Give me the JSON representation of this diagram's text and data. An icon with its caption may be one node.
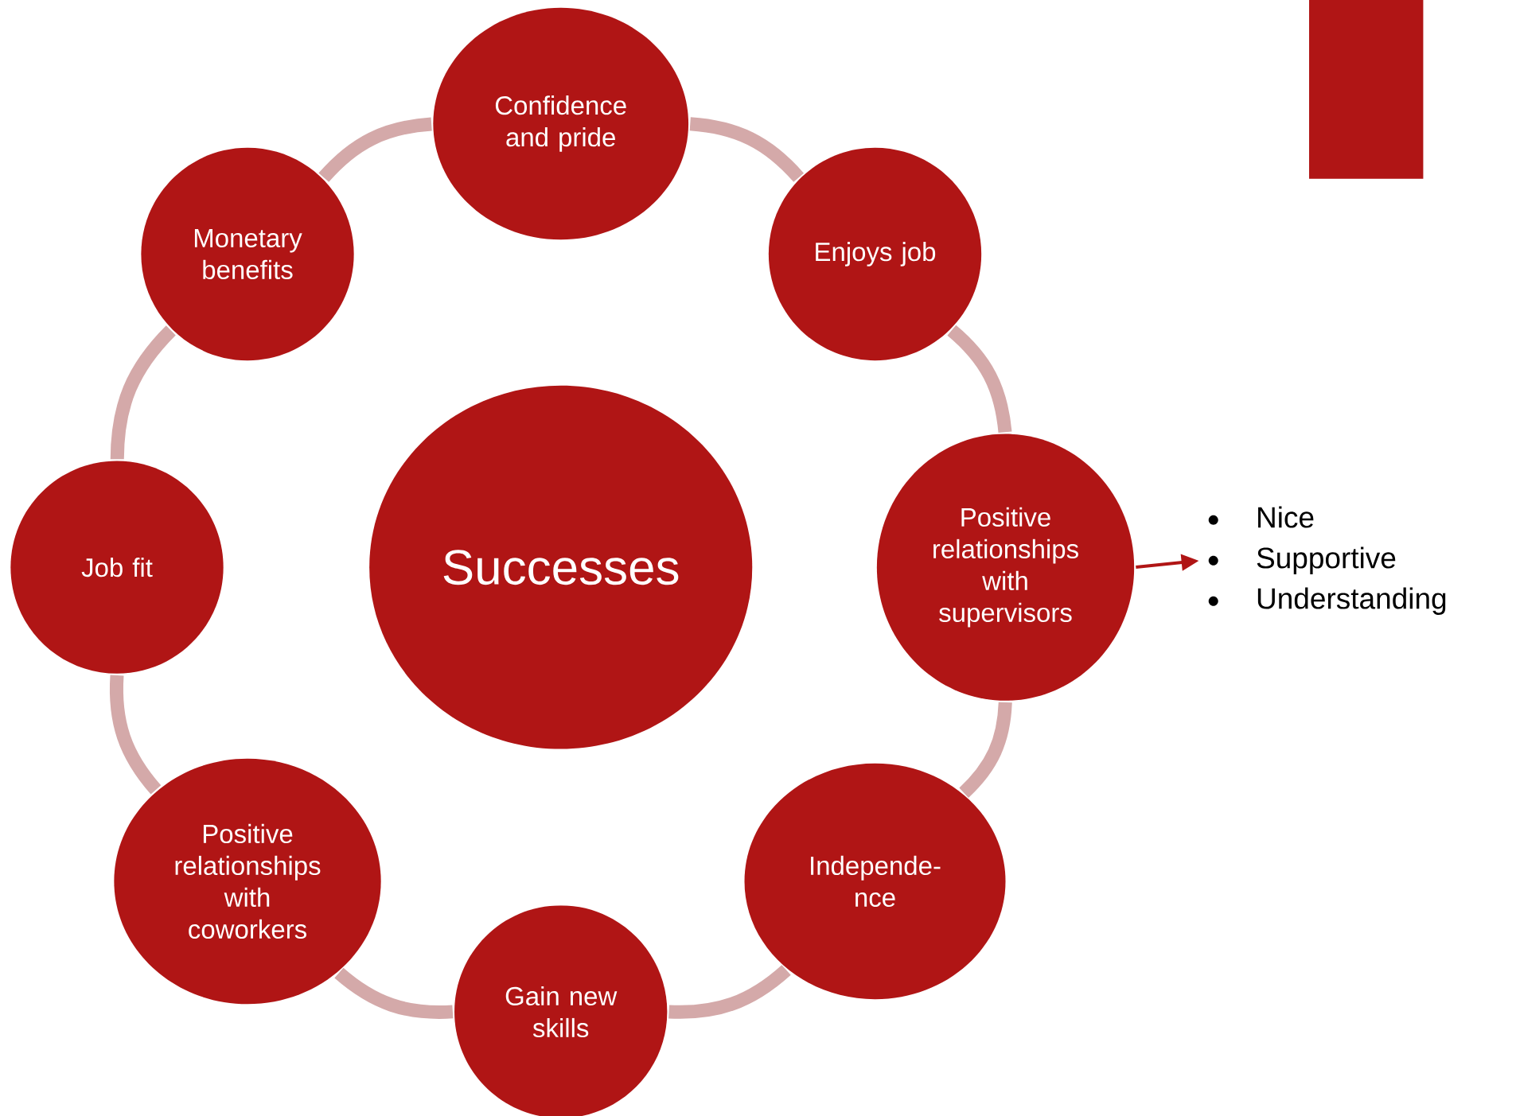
{
  "diagram": {
    "nodes": [
      {
        "text": [
          "Successes"
        ]
      },
      {
        "text": [
          "Confidence and pride"
        ]
      },
      {
        "text": [
          "Enjoys job"
        ]
      },
      {
        "text": [
          "Positive relationships with supervisors"
        ]
      },
      {
        "text": [
          "Independe-nce"
        ]
      },
      {
        "text": [
          "Gain new skills"
        ]
      },
      {
        "text": [
          "Positive relationships with coworkers"
        ]
      },
      {
        "text": [
          "Job fit"
        ]
      },
      {
        "text": [
          "Monetary benefits"
        ]
      },
      {
        "text": [
          "Nice",
          "Supportive",
          "Understanding"
        ]
      },
      {
        "text": [],
        "shape": "bar"
      }
    ],
    "edges": [
      {
        "from": 1,
        "to": 2,
        "arrow": "none"
      },
      {
        "from": 2,
        "to": 3,
        "arrow": "none"
      },
      {
        "from": 3,
        "to": 4,
        "arrow": "none"
      },
      {
        "from": 4,
        "to": 5,
        "arrow": "none"
      },
      {
        "from": 5,
        "to": 6,
        "arrow": "none"
      },
      {
        "from": 6,
        "to": 7,
        "arrow": "none"
      },
      {
        "from": 7,
        "to": 8,
        "arrow": "none"
      },
      {
        "from": 8,
        "to": 1,
        "arrow": "none"
      },
      {
        "from": 3,
        "to": 9,
        "arrow": "to",
        "color": "#b01515"
      }
    ]
  }
}
